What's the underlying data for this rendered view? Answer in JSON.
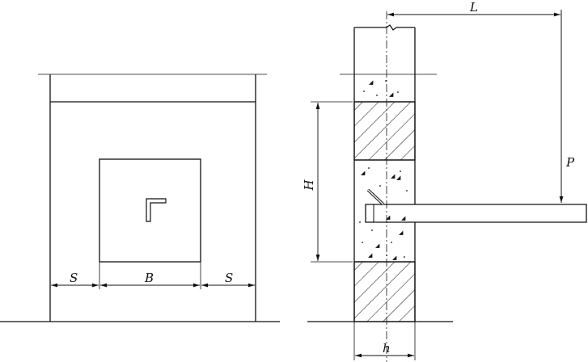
{
  "labels": {
    "S_left": "S",
    "B": "B",
    "S_right": "S",
    "H": "H",
    "h": "h",
    "L": "L",
    "P": "P"
  },
  "colors": {
    "line": "#111111",
    "background": "#ffffff"
  },
  "icon": "angle-steel-symbol"
}
